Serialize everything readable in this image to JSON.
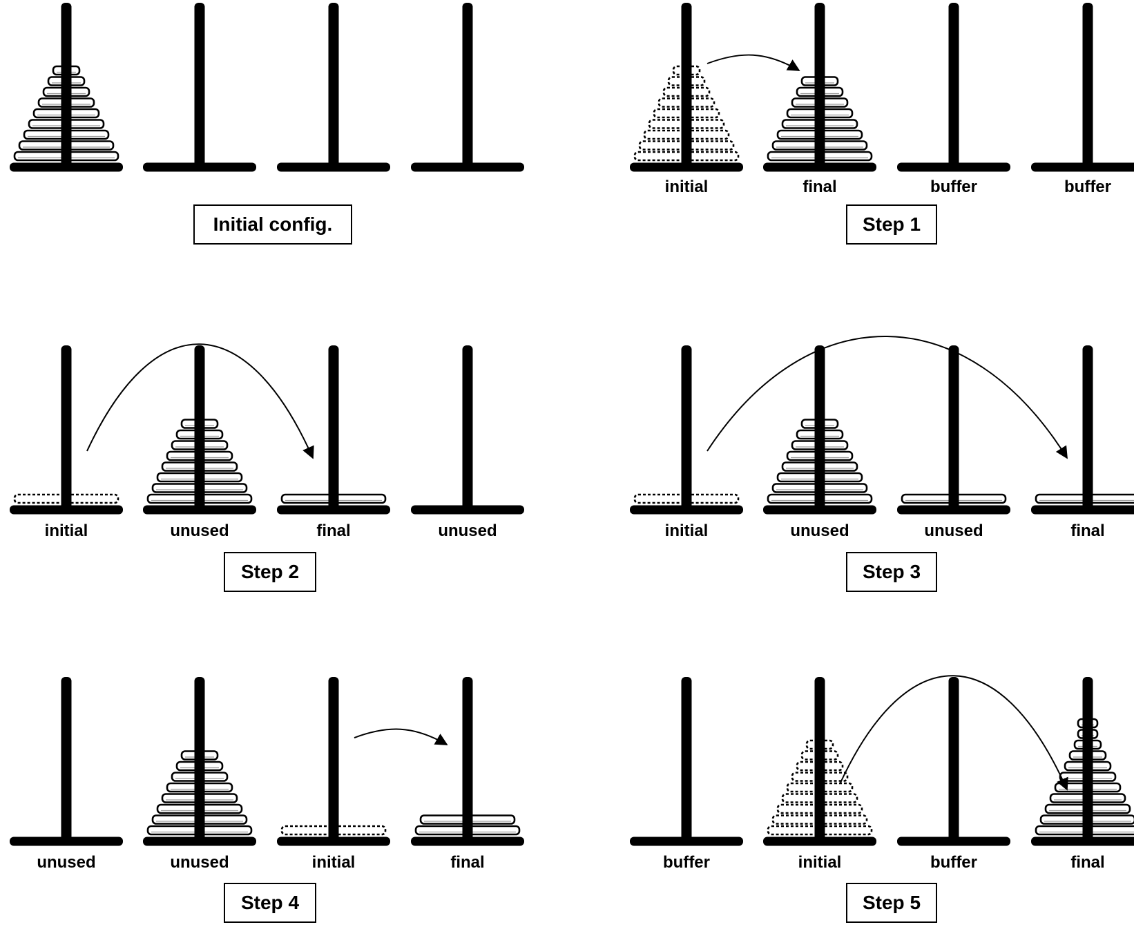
{
  "colors": {
    "ink": "#000000",
    "paper": "#ffffff"
  },
  "panels": [
    {
      "caption": "Initial config.",
      "pegs": [
        {
          "label": "",
          "disks": 9,
          "style": "solid"
        },
        {
          "label": "",
          "disks": 0,
          "style": "solid"
        },
        {
          "label": "",
          "disks": 0,
          "style": "solid"
        },
        {
          "label": "",
          "disks": 0,
          "style": "solid"
        }
      ],
      "move": null
    },
    {
      "caption": "Step 1",
      "pegs": [
        {
          "label": "initial",
          "disks": 9,
          "style": "mixed-dashed-top"
        },
        {
          "label": "final",
          "disks": 8,
          "style": "solid"
        },
        {
          "label": "buffer",
          "disks": 0,
          "style": "solid"
        },
        {
          "label": "buffer",
          "disks": 0,
          "style": "solid"
        }
      ],
      "move": {
        "from": 0,
        "to": 1
      }
    },
    {
      "caption": "Step 2",
      "pegs": [
        {
          "label": "initial",
          "disks": 1,
          "style": "dashed-base"
        },
        {
          "label": "unused",
          "disks": 8,
          "style": "solid"
        },
        {
          "label": "final",
          "disks": 1,
          "style": "solid"
        },
        {
          "label": "unused",
          "disks": 0,
          "style": "solid"
        }
      ],
      "move": {
        "from": 0,
        "to": 2
      }
    },
    {
      "caption": "Step 3",
      "pegs": [
        {
          "label": "initial",
          "disks": 1,
          "style": "dashed"
        },
        {
          "label": "unused",
          "disks": 8,
          "style": "solid"
        },
        {
          "label": "unused",
          "disks": 1,
          "style": "solid"
        },
        {
          "label": "final",
          "disks": 1,
          "style": "solid"
        }
      ],
      "move": {
        "from": 0,
        "to": 3
      }
    },
    {
      "caption": "Step 4",
      "pegs": [
        {
          "label": "unused",
          "disks": 0,
          "style": "solid"
        },
        {
          "label": "unused",
          "disks": 8,
          "style": "solid"
        },
        {
          "label": "initial",
          "disks": 1,
          "style": "dashed"
        },
        {
          "label": "final",
          "disks": 2,
          "style": "solid"
        }
      ],
      "move": {
        "from": 2,
        "to": 3
      }
    },
    {
      "caption": "Step 5",
      "pegs": [
        {
          "label": "buffer",
          "disks": 0,
          "style": "solid"
        },
        {
          "label": "initial",
          "disks": 9,
          "style": "dashed"
        },
        {
          "label": "buffer",
          "disks": 0,
          "style": "solid"
        },
        {
          "label": "final",
          "disks": 11,
          "style": "solid"
        }
      ],
      "move": {
        "from": 1,
        "to": 3
      }
    }
  ]
}
